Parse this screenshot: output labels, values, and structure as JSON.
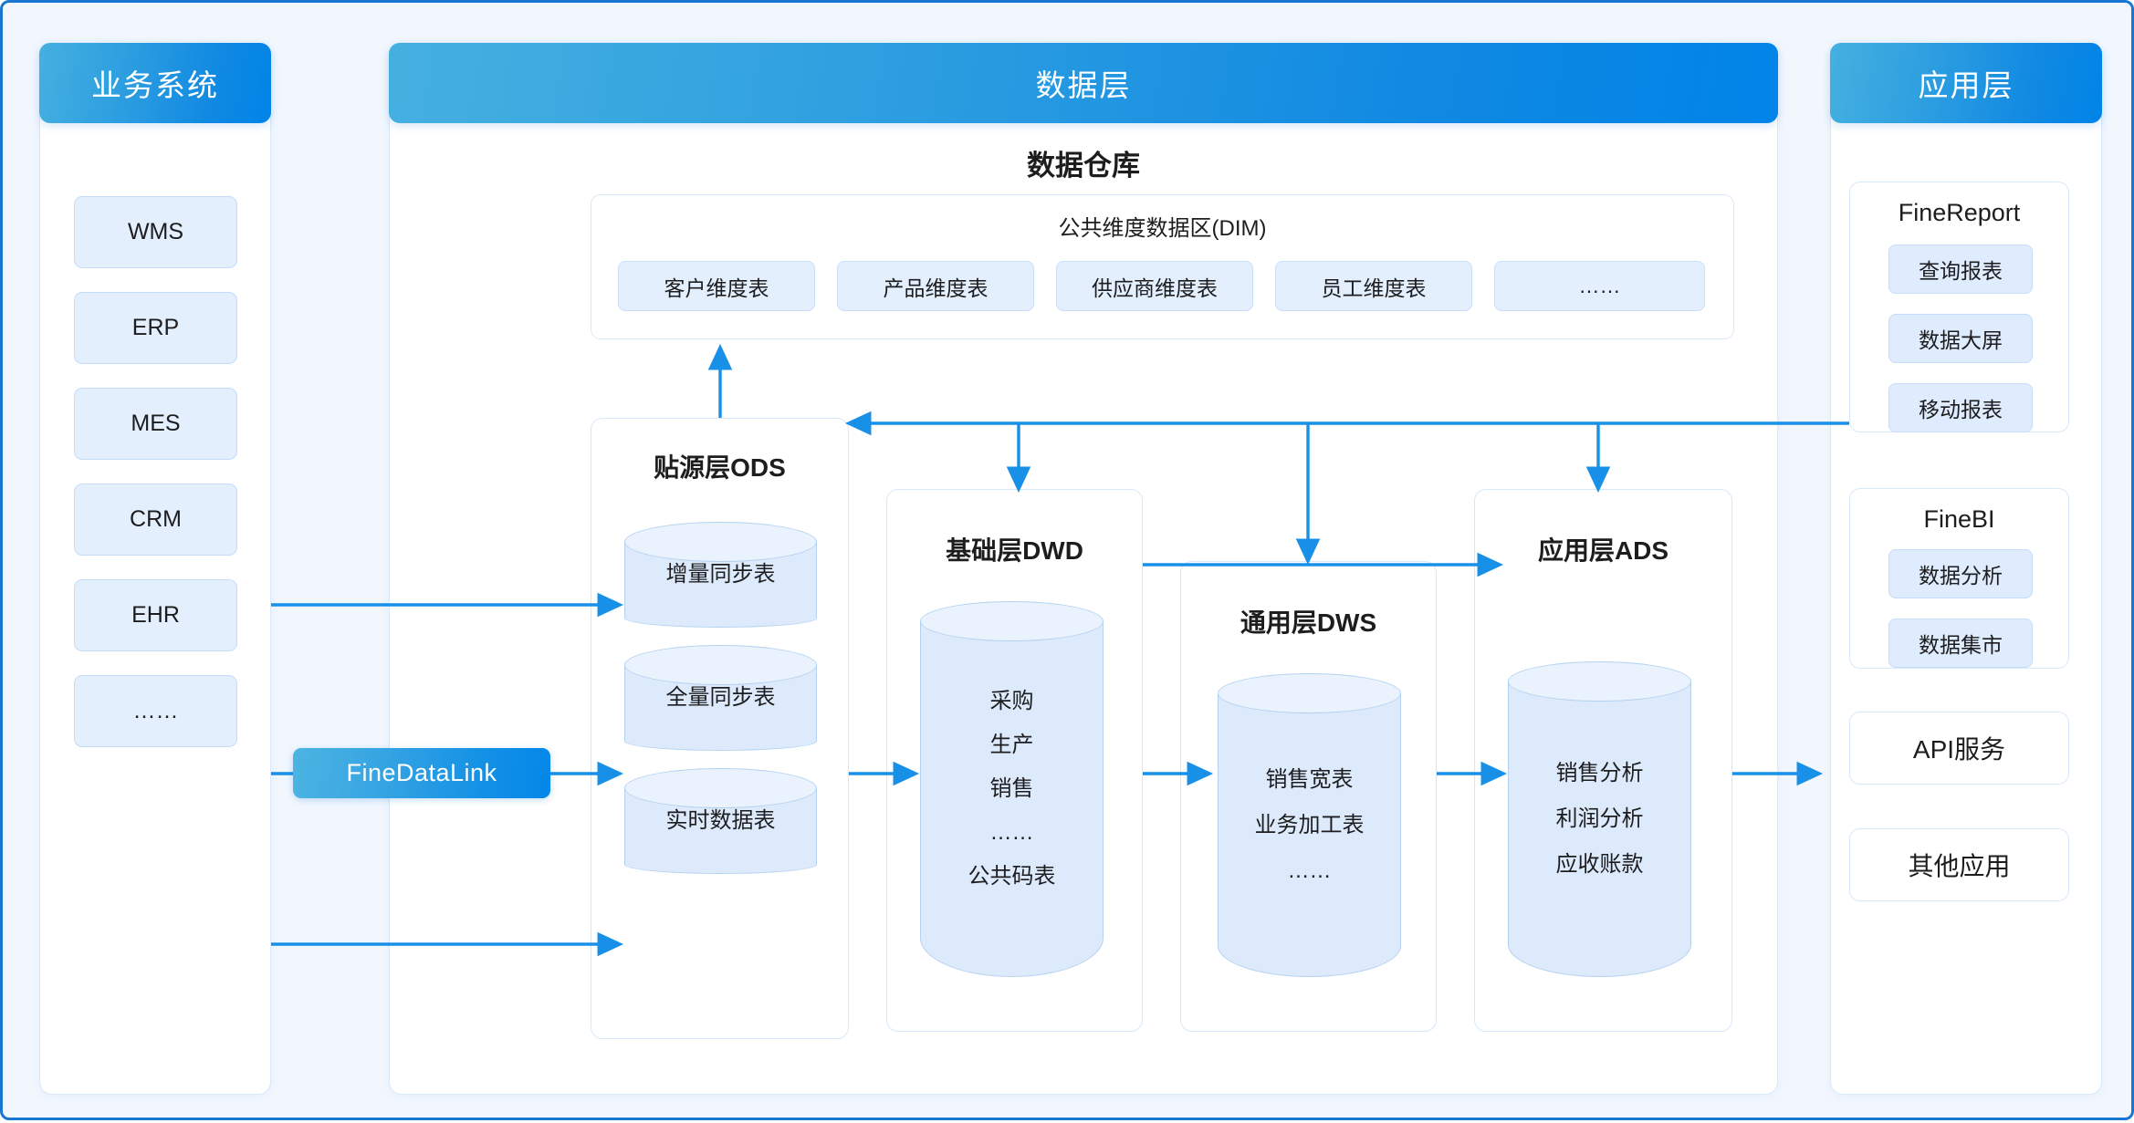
{
  "business": {
    "header": "业务系统",
    "items": [
      {
        "label": "WMS"
      },
      {
        "label": "ERP"
      },
      {
        "label": "MES"
      },
      {
        "label": "CRM"
      },
      {
        "label": "EHR"
      },
      {
        "label": "……"
      }
    ]
  },
  "integration": {
    "label": "FineDataLink"
  },
  "data_layer": {
    "header": "数据层",
    "warehouse_title": "数据仓库",
    "dim": {
      "title": "公共维度数据区(DIM)",
      "items": [
        {
          "label": "客户维度表"
        },
        {
          "label": "产品维度表"
        },
        {
          "label": "供应商维度表"
        },
        {
          "label": "员工维度表"
        },
        {
          "label": "……"
        }
      ]
    },
    "ods": {
      "title": "贴源层ODS",
      "tables": [
        {
          "lines": [
            "增量同步表"
          ]
        },
        {
          "lines": [
            "全量同步表"
          ]
        },
        {
          "lines": [
            "实时数据表"
          ]
        }
      ]
    },
    "dwd": {
      "title": "基础层DWD",
      "lines": [
        "采购",
        "生产",
        "销售",
        "……",
        "公共码表"
      ]
    },
    "dws": {
      "title": "通用层DWS",
      "lines": [
        "销售宽表",
        "业务加工表",
        "……"
      ]
    },
    "ads": {
      "title": "应用层ADS",
      "lines": [
        "销售分析",
        "利润分析",
        "应收账款"
      ]
    }
  },
  "application": {
    "header": "应用层",
    "cards": [
      {
        "title": "FineReport",
        "items": [
          {
            "label": "查询报表"
          },
          {
            "label": "数据大屏"
          },
          {
            "label": "移动报表"
          }
        ]
      },
      {
        "title": "FineBI",
        "items": [
          {
            "label": "数据分析"
          },
          {
            "label": "数据集市"
          }
        ]
      },
      {
        "title": "API服务",
        "items": []
      },
      {
        "title": "其他应用",
        "items": []
      }
    ]
  },
  "colors": {
    "accent": "#1890e8",
    "header_gradient_start": "#45b0e0",
    "header_gradient_end": "#0084e8",
    "canvas_bg": "#f2f7fe",
    "chip_bg": "#e3effd",
    "cylinder_body": "#ddeafb",
    "cylinder_top": "#eaf3fd"
  }
}
